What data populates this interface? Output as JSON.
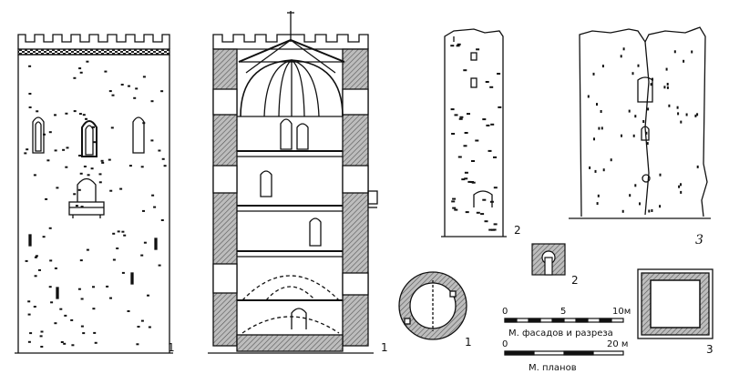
{
  "figure_labels": {
    "facade_left": "1",
    "section": "1",
    "ruin_elevation": "2",
    "ruin_facade": "3",
    "plan_round": "1",
    "plan_keyhole": "2",
    "plan_square": "3"
  },
  "scale_facades": {
    "ticks": [
      "0",
      "5",
      "10м"
    ],
    "caption": "М. фасадов и разреза"
  },
  "scale_plans": {
    "ticks": [
      "0",
      "20 м"
    ],
    "caption": "М. планов"
  }
}
